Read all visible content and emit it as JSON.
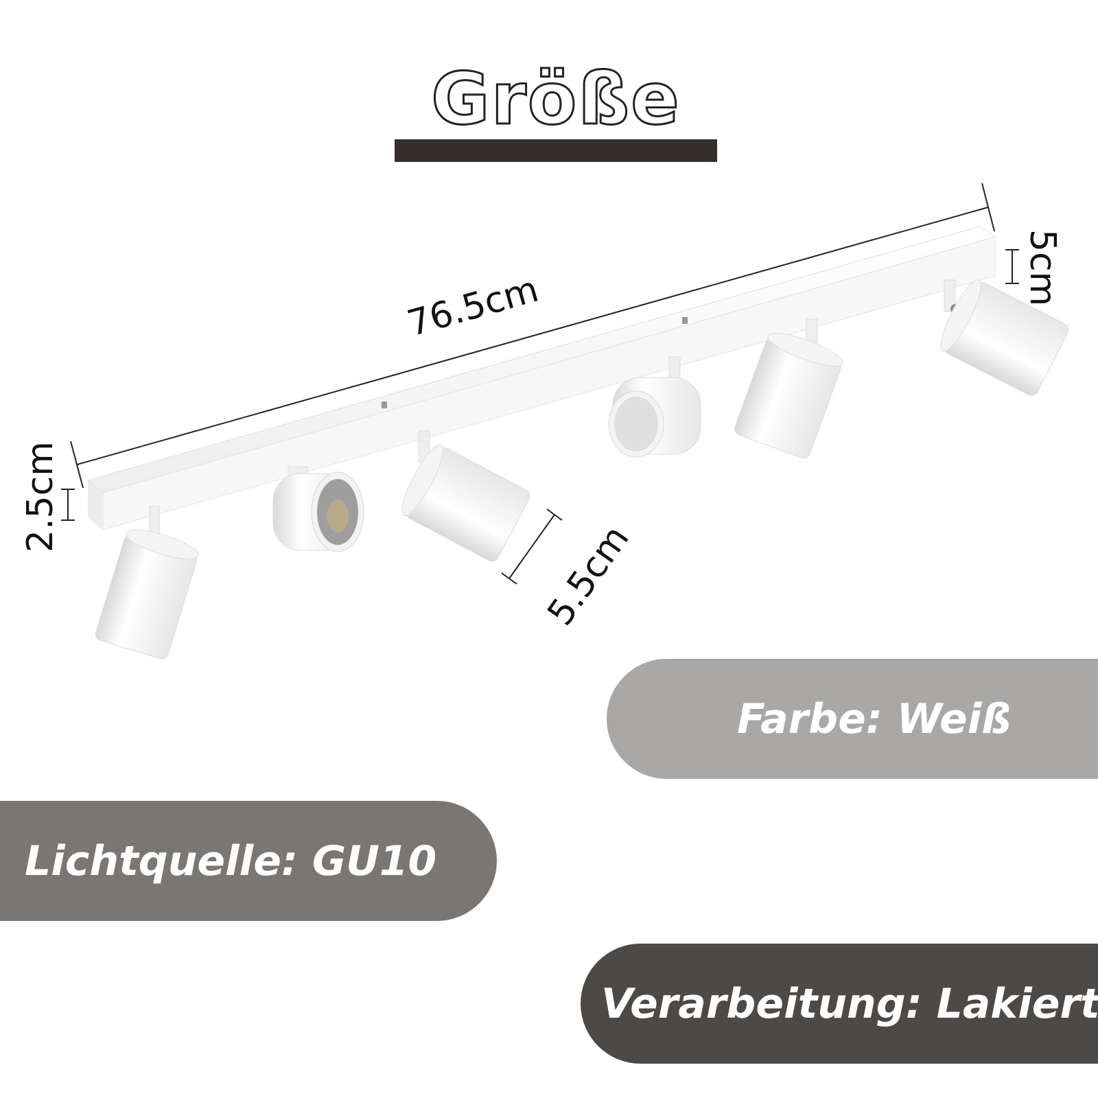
{
  "title": "Größe",
  "dimensions": {
    "length": "76.5cm",
    "height_right": "5cm",
    "height_left": "2.5cm",
    "spot_diameter": "5.5cm"
  },
  "specs": {
    "color": "Farbe: Weiß",
    "light_source": "Lichtquelle: GU10",
    "finish": "Verarbeitung: Lakiert"
  },
  "colors": {
    "title_bar": "#342f2e",
    "pill_color": "#a9a8a6",
    "pill_light_source": "#7a7673",
    "pill_finish": "#4d4946"
  }
}
